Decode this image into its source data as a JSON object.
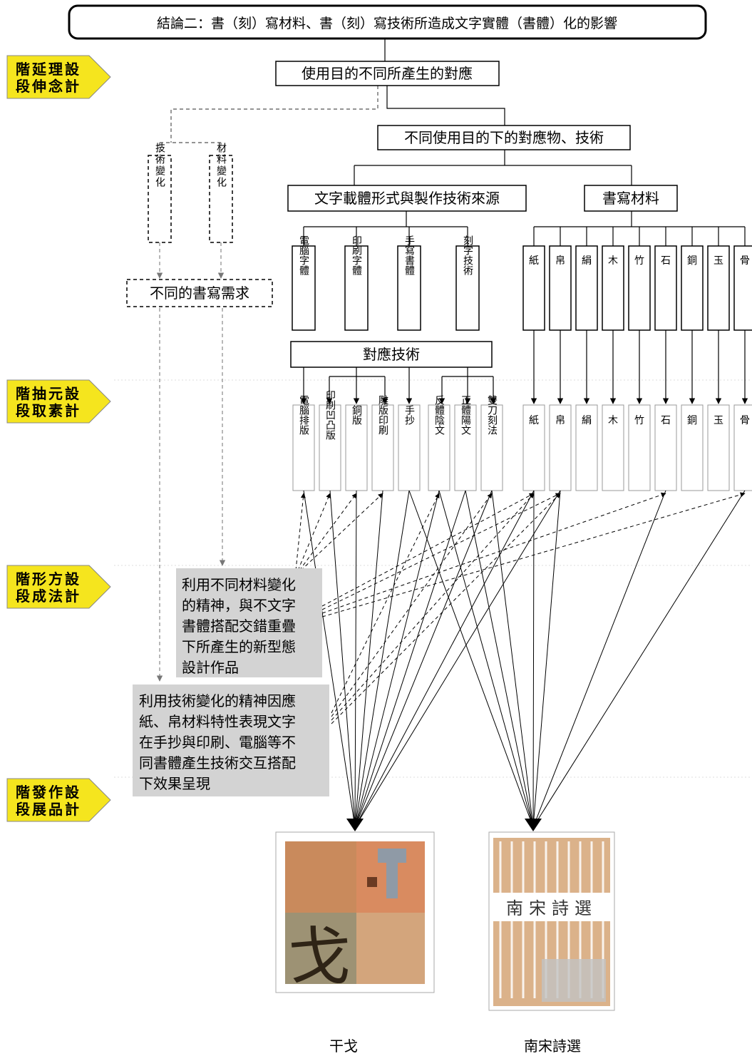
{
  "conclusion": "結論二：書（刻）寫材料、書（刻）寫技術所造成文字實體（書體）化的影響",
  "stages": [
    {
      "lines": [
        "階延理設",
        "段伸念計"
      ]
    },
    {
      "lines": [
        "階抽元設",
        "段取素計"
      ]
    },
    {
      "lines": [
        "階形方設",
        "段成法計"
      ]
    },
    {
      "lines": [
        "階發作設",
        "段展品計"
      ]
    }
  ],
  "purpose_box": "使用目的不同所產生的對應",
  "correspondence_box": "不同使用目的下的對應物、技術",
  "carrier_box": "文字載體形式與製作技術來源",
  "material_box": "書寫材料",
  "tech_change": "技術變化",
  "material_change": "材料變化",
  "writing_needs": "不同的書寫需求",
  "sources": [
    "電腦字體",
    "印刷字體",
    "手寫書體",
    "刻字技術"
  ],
  "materials": [
    "紙",
    "帛",
    "絹",
    "木",
    "竹",
    "石",
    "銅",
    "玉",
    "骨"
  ],
  "tech_box": "對應技術",
  "techniques": [
    "電腦排版",
    "印刷凹凸版",
    "銅版",
    "雕版印刷",
    "手抄",
    "反體陰文",
    "正體陽文",
    "雙刀刻法"
  ],
  "method_material": [
    "利用不同材料變化",
    "的精神，與不文字",
    "書體搭配交錯重疊",
    "下所產生的新型態",
    "設計作品"
  ],
  "method_tech": [
    "利用技術變化的精神因應",
    "紙、帛材料特性表現文字",
    "在手抄與印刷、電腦等不",
    "同書體產生技術交互搭配",
    "下效果呈現"
  ],
  "works": [
    {
      "caption": "干戈",
      "glyph": "戈"
    },
    {
      "caption": "南宋詩選",
      "title": "南宋詩選"
    }
  ],
  "colors": {
    "stage_arrow": "#f5e51e",
    "method_bg": "#d3d3d3",
    "border": "#000000"
  }
}
